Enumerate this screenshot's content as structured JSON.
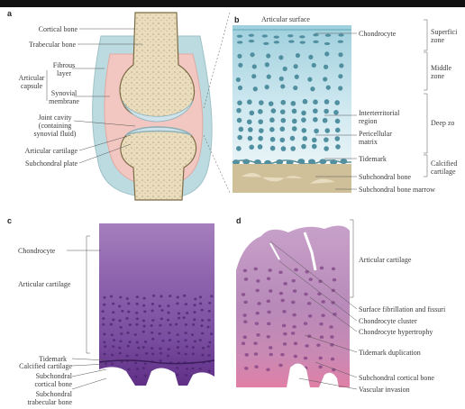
{
  "panels": {
    "a": {
      "letter": "a",
      "labels": {
        "cortical_bone": "Cortical bone",
        "trabecular_bone": "Trabecular bone",
        "articular_capsule": "Articular\ncapsule",
        "fibrous_layer": "Fibrous\nlayer",
        "synovial_membrane": "Synovial\nmembrane",
        "joint_cavity": "Joint cavity\n(containing\nsynovial fluid)",
        "articular_cartilage": "Articular cartilage",
        "subchondral_plate": "Subchondral plate"
      }
    },
    "b": {
      "letter": "b",
      "labels": {
        "articular_surface": "Articular surface",
        "chondrocyte": "Chondrocyte",
        "interterritorial_region": "Interterritorial\nregion",
        "pericellular_matrix": "Pericellular\nmatrix",
        "tidemark": "Tidemark",
        "subchondral_bone": "Subchondral bone",
        "subchondral_bone_marrow": "Subchondral bone marrow",
        "superficial_zone": "Superfici\nzone",
        "middle_zone": "Middle\nzone",
        "deep_zone": "Deep zo",
        "calcified_cartilage": "Calcified\ncartilage"
      }
    },
    "c": {
      "letter": "c",
      "labels": {
        "chondrocyte": "Chondrocyte",
        "articular_cartilage": "Articular cartilage",
        "tidemark": "Tidemark",
        "calcified_cartilage": "Calcified cartilage",
        "subchondral_cortical_bone": "Subchondral\ncortical bone",
        "subchondral_trabecular_bone": "Subchondral\ntrabecular bone"
      }
    },
    "d": {
      "letter": "d",
      "labels": {
        "articular_cartilage": "Articular cartilage",
        "surface_fibrillation": "Surface fibrillation and fissuri",
        "chondrocyte_cluster": "Chondrocyte cluster",
        "chondrocyte_hypertrophy": "Chondrocyte hypertrophy",
        "tidemark_duplication": "Tidemark duplication",
        "subchondral_cortical_bone": "Subchondral cortical bone",
        "vascular_invasion": "Vascular invasion"
      }
    }
  },
  "colors": {
    "bone": "#e2d6b8",
    "cartilage_blue": "#bfe2ec",
    "capsule": "#f3c9c3",
    "he_purple": "#6b3d93",
    "he_pink": "#d98ab8"
  }
}
